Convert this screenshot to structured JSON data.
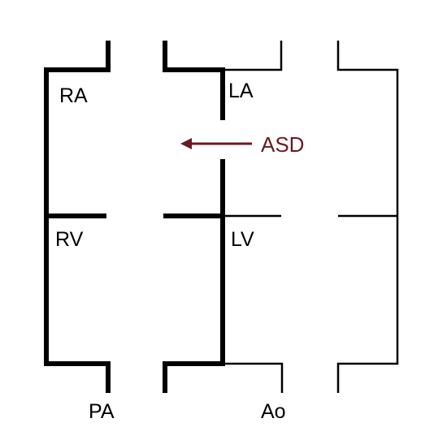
{
  "labels": {
    "ra": "RA",
    "la": "LA",
    "rv": "RV",
    "lv": "LV",
    "pa": "PA",
    "ao": "Ao",
    "asd": "ASD"
  },
  "colors": {
    "wall": "#000000",
    "asd": "#6b1a22"
  }
}
